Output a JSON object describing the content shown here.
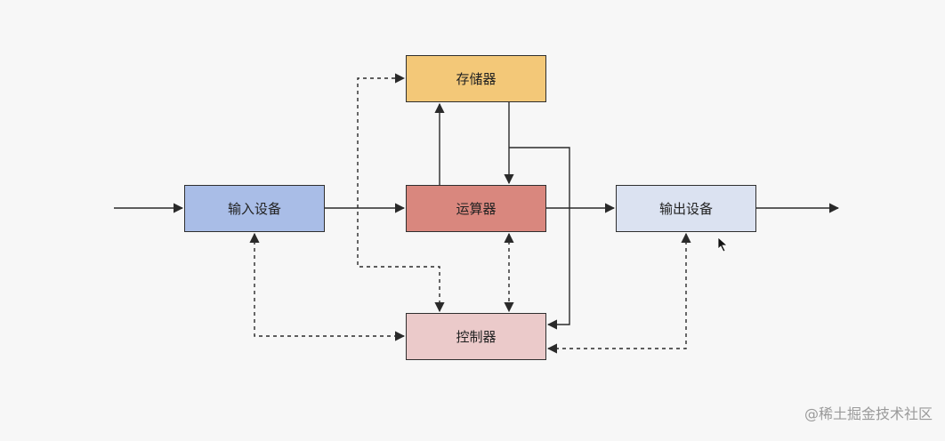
{
  "nodes": {
    "memory": "存储器",
    "alu": "运算器",
    "control": "控制器",
    "input": "输入设备",
    "output": "输出设备"
  },
  "watermark": "@稀土掘金技术社区",
  "colors": {
    "memory": "#f3c878",
    "alu": "#d9877e",
    "control": "#ebcaca",
    "input": "#a9bde7",
    "output": "#dbe2f1",
    "line": "#2a2a2a"
  }
}
